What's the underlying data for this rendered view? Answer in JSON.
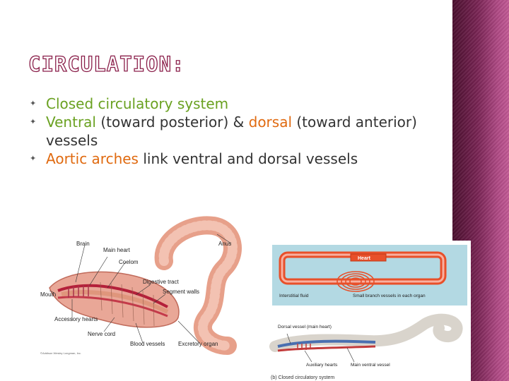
{
  "slide": {
    "title": "CIRCULATION:",
    "bullets": [
      {
        "parts": [
          {
            "text": "Closed circulatory system",
            "style": "green"
          }
        ]
      },
      {
        "parts": [
          {
            "text": "Ventral",
            "style": "green"
          },
          {
            "text": " (toward posterior) & ",
            "style": "normal"
          },
          {
            "text": "dorsal",
            "style": "orange"
          },
          {
            "text": "  (toward anterior) vessels",
            "style": "normal"
          }
        ]
      },
      {
        "parts": [
          {
            "text": "Aortic arches",
            "style": "orange"
          },
          {
            "text": " link ventral and dorsal vessels",
            "style": "normal"
          }
        ]
      }
    ]
  },
  "figure_left": {
    "labels": {
      "brain": "Brain",
      "main_heart": "Main heart",
      "coelom": "Coelom",
      "anus": "Anus",
      "digestive_tract": "Digestive tract",
      "segment_walls": "Segment walls",
      "mouth": "Mouth",
      "accessory_hearts": "Accessory hearts",
      "nerve_cord": "Nerve cord",
      "blood_vessels": "Blood vessels",
      "excretory_organ": "Excretory organ",
      "copyright": "©Addison Wesley Longman, Inc."
    }
  },
  "figure_right": {
    "labels": {
      "heart": "Heart",
      "interstitial_fluid": "Interstitial fluid",
      "small_branch_vessels": "Small branch vessels in each organ",
      "dorsal_vessel": "Dorsal vessel (main heart)",
      "auxiliary_hearts": "Auxiliary hearts",
      "main_ventral_vessel": "Main ventral vessel",
      "caption": "(b) Closed circulatory system"
    }
  },
  "colors": {
    "green": "#6aa121",
    "orange": "#e06a10",
    "title_outline": "#8a1f4a",
    "sidebar": "#7a2555"
  }
}
